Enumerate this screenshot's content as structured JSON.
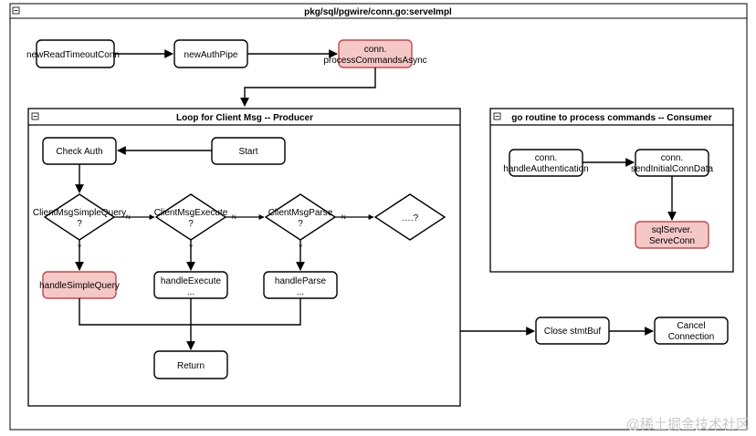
{
  "outer": {
    "title": "pkg/sql/pgwire/conn.go:serveImpl"
  },
  "top_chain": {
    "new_read_timeout": "newReadTimeoutConn",
    "new_auth_pipe": "newAuthPipe",
    "process_commands": [
      "conn.",
      "processCommandsAsync"
    ]
  },
  "producer": {
    "title": "Loop for Client Msg -- Producer",
    "collapse_glyph": "−",
    "check_auth": "Check Auth",
    "start": "Start",
    "decisions": [
      {
        "label": [
          "ClientMsgSimpleQuery",
          "?"
        ]
      },
      {
        "label": [
          "ClientMsgExecute",
          "?"
        ]
      },
      {
        "label": [
          "ClientMsgParse",
          "?"
        ]
      },
      {
        "label": [
          "….?"
        ]
      }
    ],
    "handlers": [
      {
        "label": [
          "handleSimpleQuery"
        ]
      },
      {
        "label": [
          "handleExecute",
          "..."
        ]
      },
      {
        "label": [
          "handleParse",
          "..."
        ]
      }
    ],
    "return": "Return",
    "yes": "Y",
    "no": "N"
  },
  "consumer": {
    "title": "go routine to process commands -- Consumer",
    "collapse_glyph": "−",
    "handle_auth": [
      "conn.",
      "handleAuthentication"
    ],
    "send_initial": [
      "conn.",
      "sendInitialConnData"
    ],
    "serve_conn": [
      "sqlServer.",
      "ServeConn"
    ]
  },
  "close_stmtbuf": "Close stmtBuf",
  "cancel_connection": [
    "Cancel",
    "Connection"
  ],
  "watermark": "@稀土掘金技术社区",
  "colors": {
    "highlight_fill": "#f5c8c8",
    "highlight_stroke": "#c84848",
    "line": "#000000"
  }
}
